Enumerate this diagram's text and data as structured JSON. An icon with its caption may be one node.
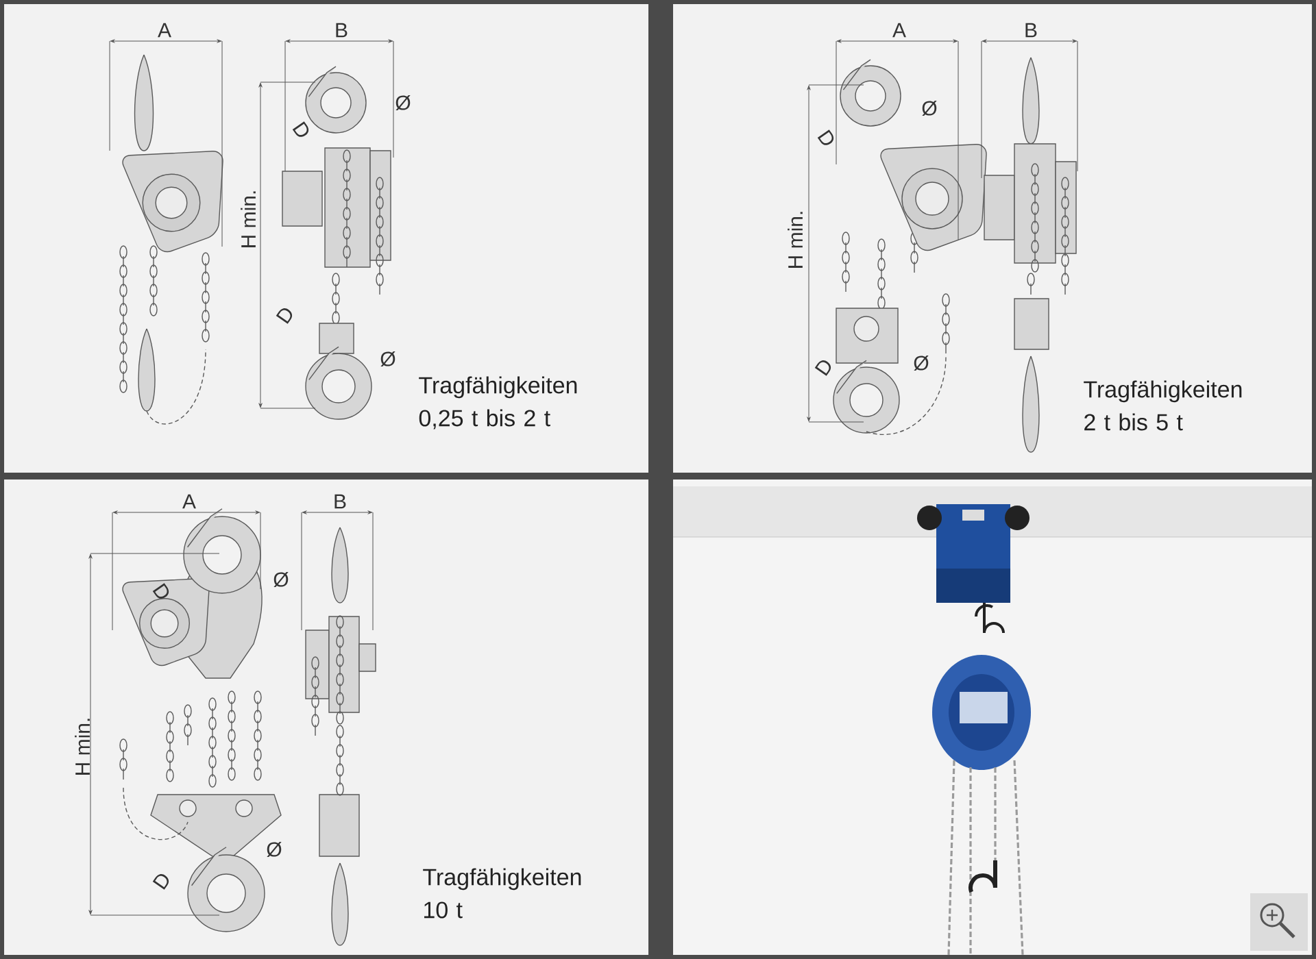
{
  "diagram": {
    "labels": [
      "A",
      "B",
      "Ø",
      "D",
      "H min.",
      "D",
      "Ø",
      "Tragfähigkeiten 0,25 t bis 2 t",
      "A",
      "B",
      "Ø",
      "D",
      "H min.",
      "D",
      "Ø",
      "Tragfähigkeiten 2 t bis 5 t",
      "A",
      "B",
      "D",
      "Ø",
      "H min.",
      "Ø",
      "D",
      "Tragfähigkeiten 10 t"
    ]
  }
}
